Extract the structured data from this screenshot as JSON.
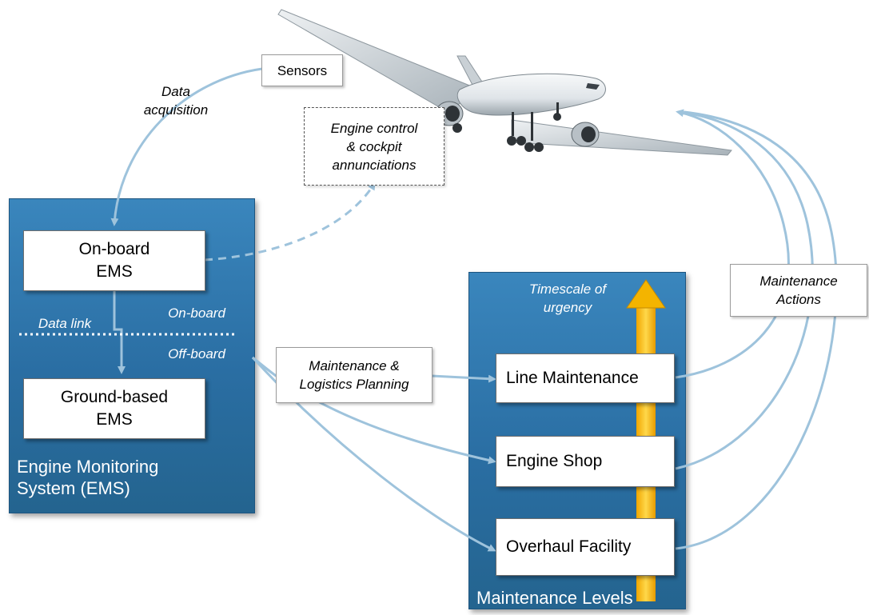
{
  "labels": {
    "data_acquisition": "Data\nacquisition",
    "sensors": "Sensors",
    "engine_control": "Engine control\n& cockpit\nannunciations",
    "onboard_ems": "On-board\nEMS",
    "data_link": "Data link",
    "on_board": "On-board",
    "off_board": "Off-board",
    "ground_ems": "Ground-based\nEMS",
    "ems_caption": "Engine Monitoring\nSystem (EMS)",
    "planning": "Maintenance &\nLogistics Planning",
    "timescale": "Timescale of\nurgency",
    "line_maintenance": "Line Maintenance",
    "engine_shop": "Engine Shop",
    "overhaul_facility": "Overhaul Facility",
    "levels_caption": "Maintenance Levels",
    "maintenance_actions": "Maintenance\nActions"
  },
  "colors": {
    "panel_blue": "#2a6ea3",
    "arrow_blue": "#9ec3dc",
    "urgency_arrow": "#f4b400",
    "aircraft_body": "#e8ecef"
  },
  "icons": {
    "aircraft": "airliner-illustration",
    "urgency": "up-arrow-icon"
  }
}
